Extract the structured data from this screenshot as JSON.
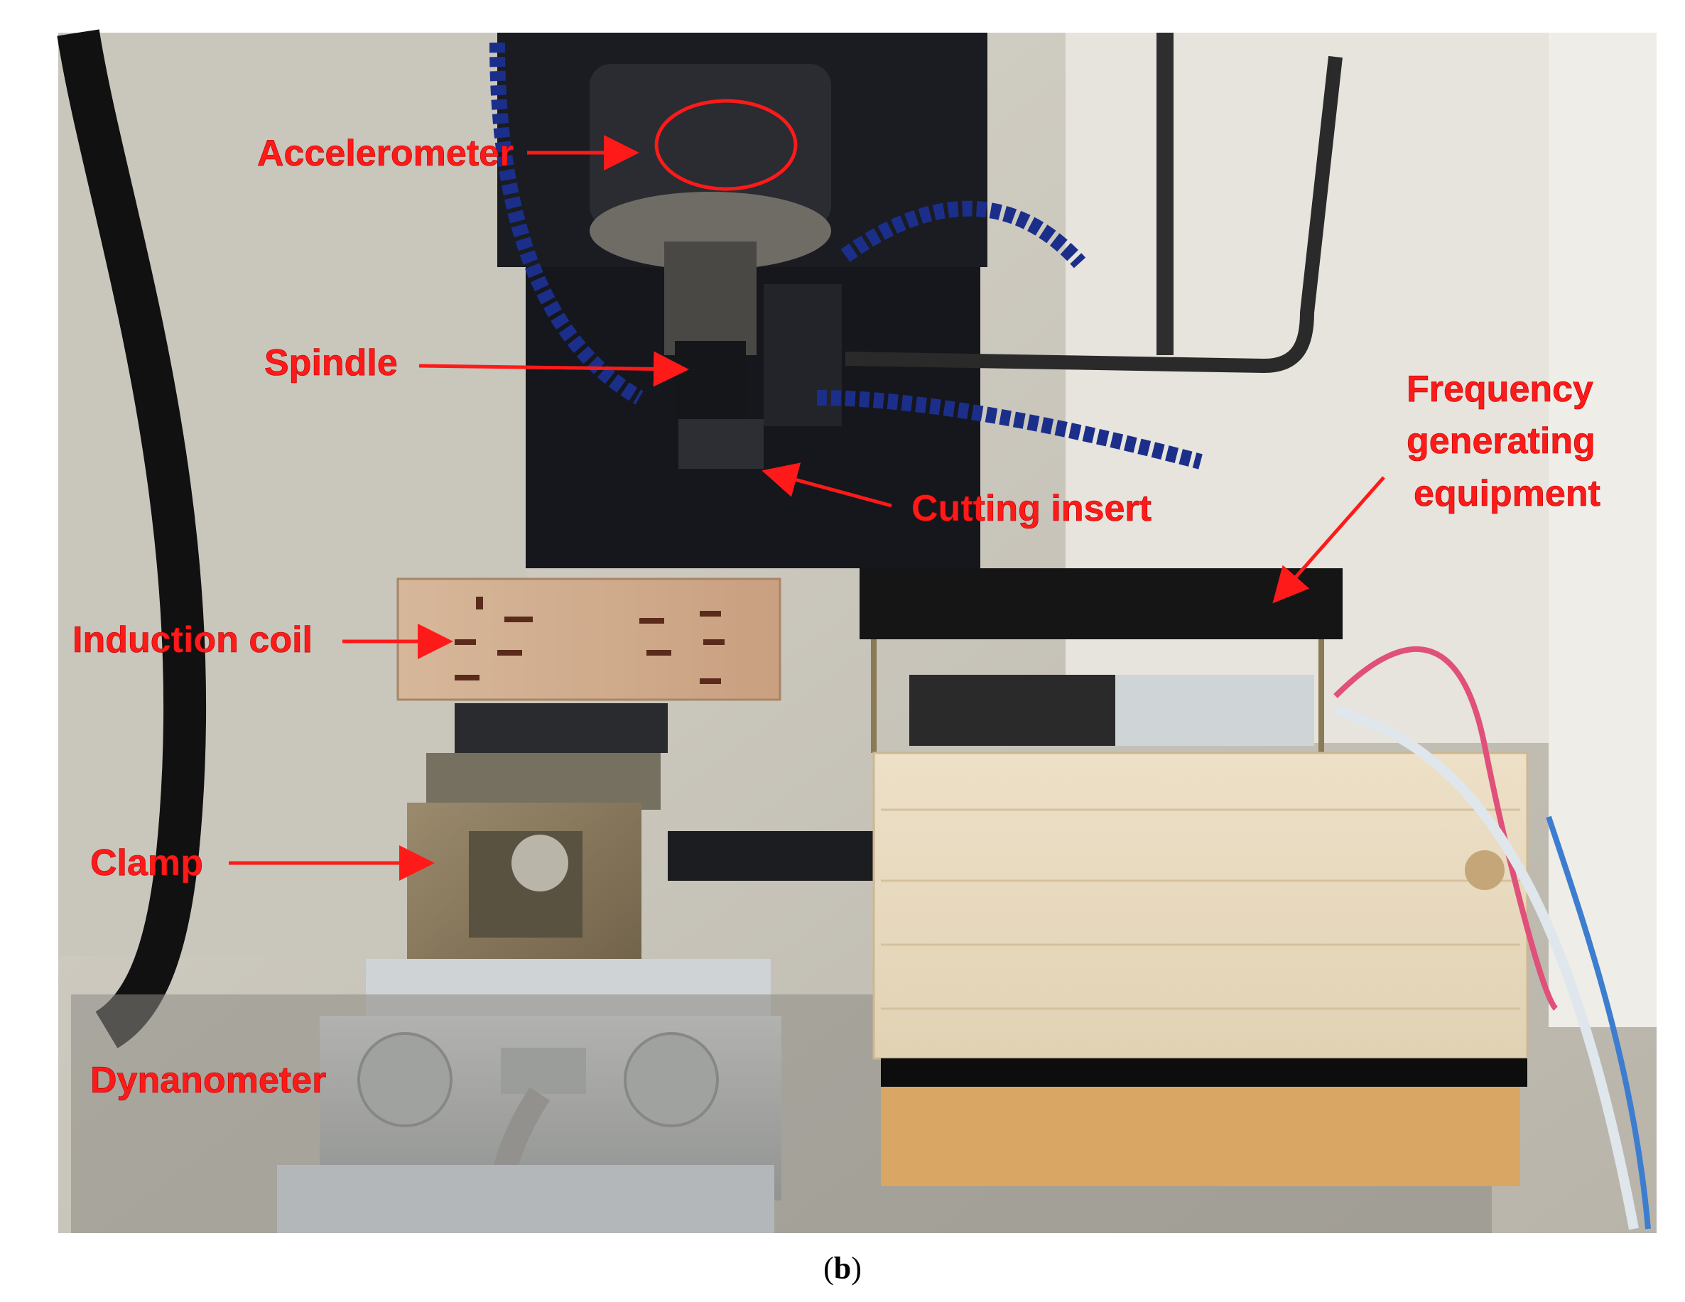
{
  "figure": {
    "caption_open": "(",
    "caption_letter": "b",
    "caption_close": ")"
  },
  "annotations": {
    "accelerometer": "Accelerometer",
    "spindle": "Spindle",
    "cutting_insert": "Cutting insert",
    "frequency_line1": "Frequency",
    "frequency_line2": "generating",
    "frequency_line3": "equipment",
    "induction_coil": "Induction coil",
    "clamp": "Clamp",
    "dynamometer": "Dynanometer"
  },
  "colors": {
    "annotation": "#ff1a1a",
    "background": "#ffffff"
  }
}
